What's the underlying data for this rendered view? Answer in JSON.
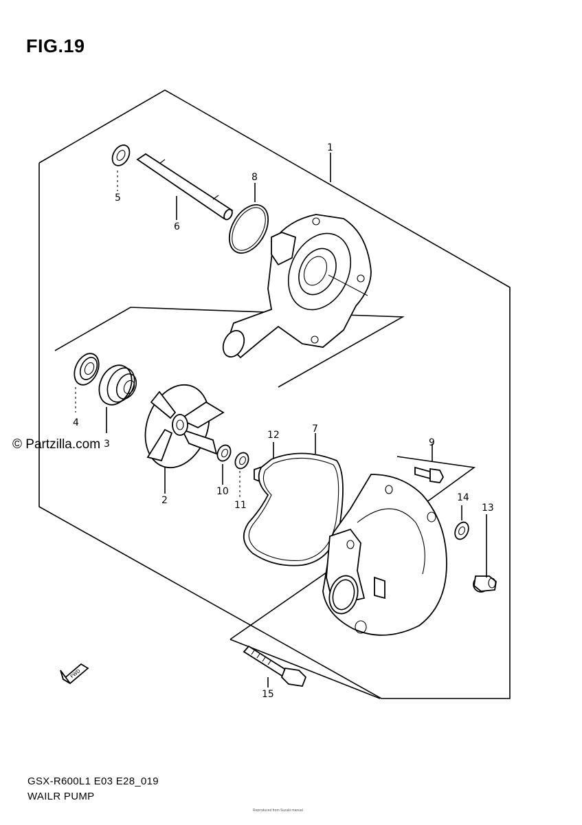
{
  "figure": {
    "title": "FIG.19"
  },
  "watermark": "© Partzilla.com",
  "footer": {
    "model_code": "GSX-R600L1 E03 E28_019",
    "section_name": "WAILR PUMP",
    "fine_print": "Reproduced from Suzuki manual"
  },
  "fwd_badge": "FWD",
  "part_numbers": {
    "p1": "1",
    "p2": "2",
    "p3": "3",
    "p4": "4",
    "p5": "5",
    "p6": "6",
    "p7": "7",
    "p8": "8",
    "p9": "9",
    "p10": "10",
    "p11": "11",
    "p12": "12",
    "p13": "13",
    "p14": "14",
    "p15": "15"
  }
}
